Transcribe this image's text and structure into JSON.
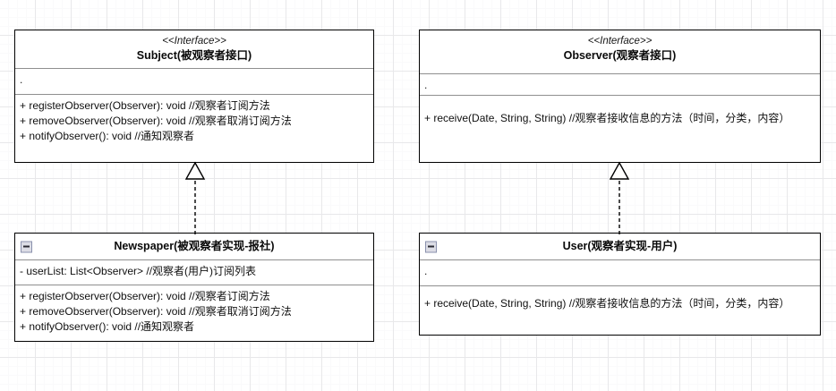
{
  "canvas": {
    "background_color": "#ffffff",
    "grid_minor_color": "#fafafb",
    "grid_major_color": "#e8e8ea",
    "grid_minor_size": "10",
    "grid_major_size": "40"
  },
  "diagram": {
    "kind": "uml-class-diagram",
    "pattern": "Observer"
  },
  "boxes": {
    "subject": {
      "stereotype": "<<Interface>>",
      "name": "Subject(被观察者接口)",
      "attributes": [
        "."
      ],
      "methods": [
        "+ registerObserver(Observer): void //观察者订阅方法",
        "+ removeObserver(Observer): void //观察者取消订阅方法",
        "+ notifyObserver(): void //通知观察者"
      ]
    },
    "observer": {
      "stereotype": "<<Interface>>",
      "name": "Observer(观察者接口)",
      "attributes": [
        "."
      ],
      "methods": [
        "+ receive(Date, String, String) //观察者接收信息的方法（时间，分类，内容）"
      ]
    },
    "newspaper": {
      "toggle": "collapse-minus",
      "name": "Newspaper(被观察者实现-报社)",
      "attributes": [
        "- userList: List<Observer> //观察者(用户)订阅列表"
      ],
      "methods": [
        "+ registerObserver(Observer): void //观察者订阅方法",
        "+ removeObserver(Observer): void //观察者取消订阅方法",
        "+ notifyObserver(): void //通知观察者"
      ]
    },
    "user": {
      "toggle": "collapse-minus",
      "name": "User(观察者实现-用户)",
      "attributes": [
        "."
      ],
      "methods": [
        "+ receive(Date, String, String) //观察者接收信息的方法（时间，分类，内容）"
      ]
    }
  },
  "relations": [
    {
      "type": "realization",
      "from": "newspaper",
      "to": "subject",
      "line_style": "dashed",
      "arrow_head": "hollow-triangle"
    },
    {
      "type": "realization",
      "from": "user",
      "to": "observer",
      "line_style": "dashed",
      "arrow_head": "hollow-triangle"
    }
  ]
}
